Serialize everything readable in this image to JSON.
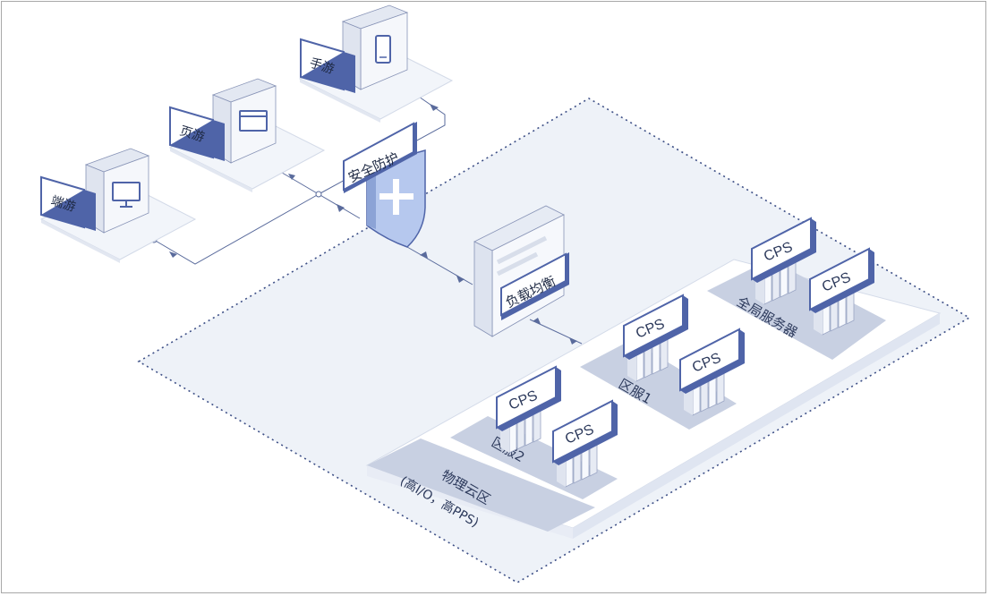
{
  "clients": [
    {
      "label": "手游",
      "icon": "phone-icon"
    },
    {
      "label": "页游",
      "icon": "browser-window-icon"
    },
    {
      "label": "端游",
      "icon": "monitor-icon"
    }
  ],
  "security": {
    "label": "安全防护",
    "icon": "shield-plus-icon"
  },
  "load_balancer": {
    "label": "负载均衡"
  },
  "cps_label": "CPS",
  "zones": {
    "global": "全局服务器",
    "zone1": "区服1",
    "zone2": "区服2",
    "physical_line1": "物理云区",
    "physical_line2": "(高I/O，高PPS)"
  },
  "colors": {
    "accent": "#4f64a8",
    "panel": "#eef2f8",
    "zone_band": "#c8d0e2",
    "shield": "#b6c8ee",
    "line": "#5a6b9c"
  }
}
